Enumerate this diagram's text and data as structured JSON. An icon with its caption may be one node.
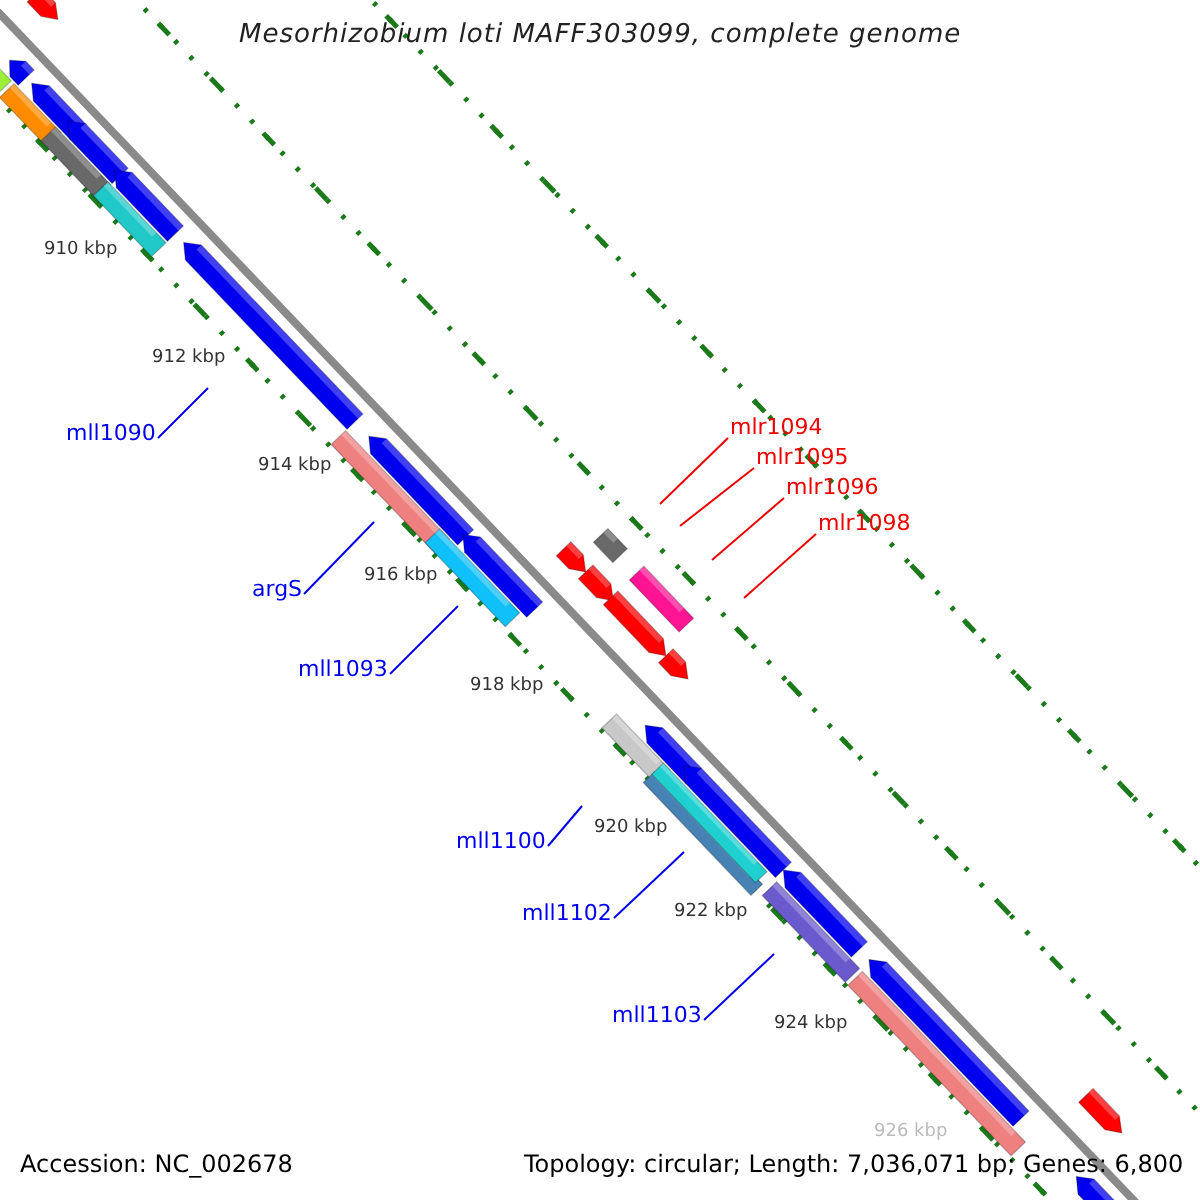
{
  "diagram": {
    "title": "Mesorhizobium loti MAFF303099, complete genome",
    "nodes": [
      {
        "text": [
          "mll1090"
        ]
      },
      {
        "text": [
          "argS"
        ]
      },
      {
        "text": [
          "mll1093"
        ]
      },
      {
        "text": [
          "mlr1094"
        ]
      },
      {
        "text": [
          "mlr1095"
        ]
      },
      {
        "text": [
          "mlr1096"
        ]
      },
      {
        "text": [
          "mlr1098"
        ]
      },
      {
        "text": [
          "mll1100"
        ]
      },
      {
        "text": [
          "mll1102"
        ]
      },
      {
        "text": [
          "mll1103"
        ]
      }
    ],
    "edges": [
      {
        "from": 0,
        "to": null,
        "arrow": "none"
      },
      {
        "from": 1,
        "to": null,
        "arrow": "none"
      },
      {
        "from": 2,
        "to": null,
        "arrow": "none"
      },
      {
        "from": 3,
        "to": null,
        "arrow": "none",
        "color": "#ee0000"
      },
      {
        "from": 4,
        "to": null,
        "arrow": "none",
        "color": "#ee0000"
      },
      {
        "from": 5,
        "to": null,
        "arrow": "none",
        "color": "#ee0000"
      },
      {
        "from": 6,
        "to": null,
        "arrow": "none",
        "color": "#ee0000"
      },
      {
        "from": 7,
        "to": null,
        "arrow": "none"
      },
      {
        "from": 8,
        "to": null,
        "arrow": "none"
      },
      {
        "from": 9,
        "to": null,
        "arrow": "none"
      }
    ],
    "labels": [
      "910 kbp",
      "912 kbp",
      "914 kbp",
      "916 kbp",
      "918 kbp",
      "920 kbp",
      "922 kbp",
      "924 kbp",
      "926 kbp",
      "Accession: NC_002678",
      "Topology: circular; Length: 7,036,071 bp; Genes: 6,800"
    ]
  }
}
